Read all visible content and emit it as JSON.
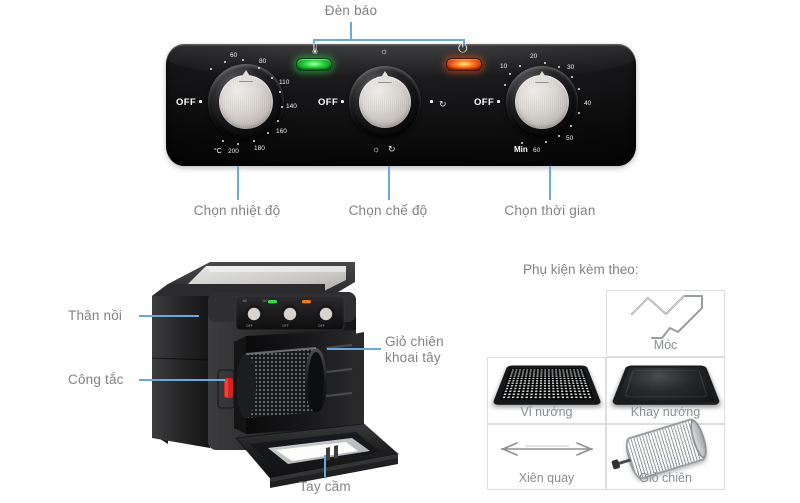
{
  "page": {
    "accent_line_color": "#6aa9e0",
    "label_color": "#808285",
    "background": "#ffffff"
  },
  "control_panel": {
    "indicator_callout": "Đèn báo",
    "indicators": [
      {
        "name": "heating-indicator",
        "color": "#2de146",
        "glyph": "thermometer-icon"
      },
      {
        "name": "power-indicator",
        "color": "#f05a14",
        "glyph": "power-icon"
      }
    ],
    "dials": [
      {
        "id": "temperature",
        "callout": "Chọn nhiệt độ",
        "off_label": "OFF",
        "unit": "°C",
        "scale": [
          "60",
          "80",
          "110",
          "140",
          "160",
          "180",
          "200"
        ]
      },
      {
        "id": "mode",
        "callout": "Chọn chế độ",
        "off_label": "OFF",
        "icons": [
          "light-icon",
          "rotisserie-icon"
        ]
      },
      {
        "id": "timer",
        "callout": "Chọn thời gian",
        "off_label": "OFF",
        "unit": "Min",
        "scale": [
          "10",
          "20",
          "30",
          "40",
          "50",
          "60"
        ]
      }
    ]
  },
  "product": {
    "callouts": [
      {
        "id": "body",
        "text": "Thân nồi"
      },
      {
        "id": "switch",
        "text": "Công tắc"
      },
      {
        "id": "fry-basket",
        "line1": "Giỏ chiên",
        "line2": "khoai tây"
      },
      {
        "id": "handle",
        "text": "Tay cầm"
      }
    ]
  },
  "accessories": {
    "title": "Phụ kiện kèm theo:",
    "items": [
      {
        "id": "hook",
        "label": "Móc",
        "row": 0,
        "col": 1
      },
      {
        "id": "grill-rack",
        "label": "Vỉ nướng",
        "row": 1,
        "col": 0
      },
      {
        "id": "bake-tray",
        "label": "Khay nướng",
        "row": 1,
        "col": 1
      },
      {
        "id": "skewer",
        "label": "Xiên quay",
        "row": 2,
        "col": 0
      },
      {
        "id": "fry-basket",
        "label": "Giỏ chiên",
        "row": 2,
        "col": 1
      }
    ]
  }
}
